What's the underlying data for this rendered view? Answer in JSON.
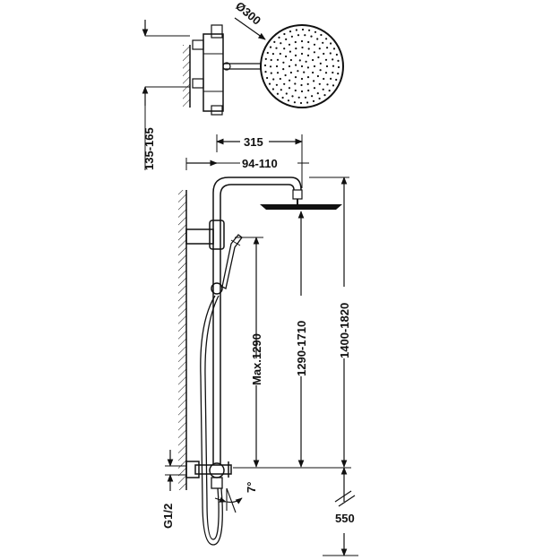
{
  "dimensions": {
    "head_diameter": "Ø300",
    "wall_spacing": "135-165",
    "arm_reach": "315",
    "wall_offset": "94-110",
    "handshower_max": "Max.1290",
    "head_height": "1290-1710",
    "overall_height": "1400-1820",
    "inlet_thread": "G1/2",
    "tilt_angle": "7°",
    "floor_height": "550"
  }
}
